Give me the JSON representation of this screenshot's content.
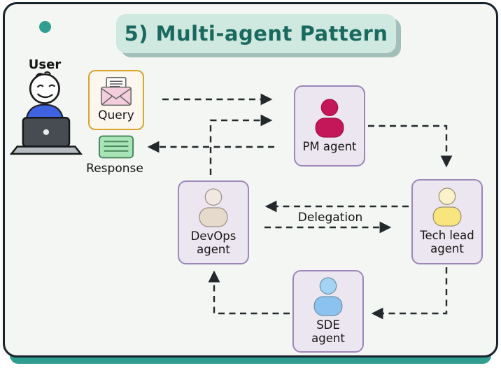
{
  "title": "5) Multi-agent Pattern",
  "user": {
    "label": "User"
  },
  "query": {
    "label": "Query"
  },
  "response": {
    "label": "Response"
  },
  "agents": {
    "pm": {
      "label": "PM agent",
      "head": "#c3175a",
      "body": "#c3175a",
      "stroke": "#a31049"
    },
    "tech_lead": {
      "label": "Tech lead agent",
      "head": "#fbf2c9",
      "body": "#f8e57e",
      "stroke": "#9a9171"
    },
    "sde": {
      "label": "SDE agent",
      "head": "#a5d3f4",
      "body": "#8cc3ee",
      "stroke": "#6f93ad"
    },
    "devops": {
      "label": "DevOps agent",
      "head": "#f1e9e1",
      "body": "#e6dacd",
      "stroke": "#9c9187"
    }
  },
  "edges": {
    "delegation_label": "Delegation"
  },
  "colors": {
    "accent_teal": "#2f9e90",
    "frame_bg": "#f3f6f2",
    "frame_border": "#18232d",
    "banner_bg": "#cfe8e0",
    "banner_text": "#19695e",
    "agent_box_bg": "#ece6f0",
    "agent_box_border": "#9c86ba",
    "arrow": "#23282c",
    "query_border": "#dba32b",
    "response_fill": "#a9e4b6",
    "response_line": "#44855a",
    "envelope_fill": "#f5cede"
  }
}
